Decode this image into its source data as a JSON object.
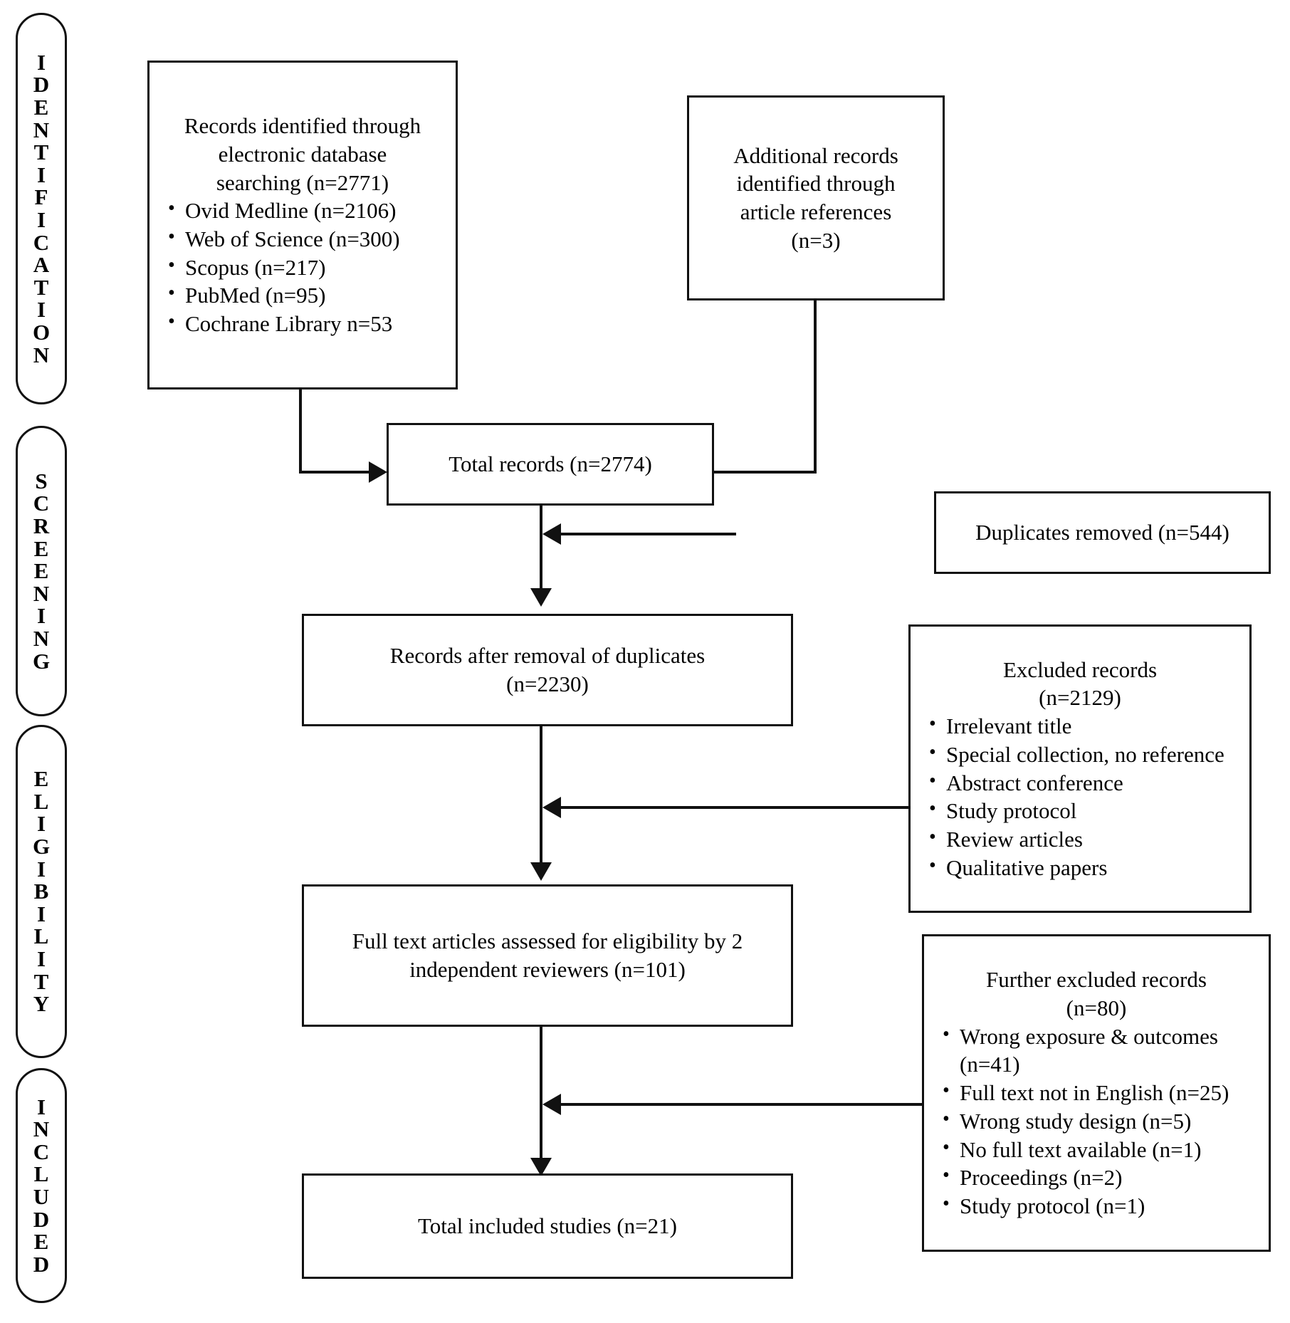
{
  "diagram": {
    "type": "prisma-flow-diagram",
    "stages": [
      {
        "id": "identification",
        "label": "IDENTIFICATION"
      },
      {
        "id": "screening",
        "label": "SCREENING"
      },
      {
        "id": "eligibility",
        "label": "ELIGIBILITY"
      },
      {
        "id": "included",
        "label": "INCLUDED"
      }
    ],
    "boxes": {
      "records_identified": {
        "title_lines": [
          "Records identified through",
          "electronic database",
          "searching (n=2771)"
        ],
        "bullets": [
          "Ovid Medline (n=2106)",
          "Web of Science (n=300)",
          "Scopus (n=217)",
          "PubMed (n=95)",
          "Cochrane Library n=53"
        ]
      },
      "additional_records": {
        "lines": [
          "Additional records",
          "identified through",
          "article references",
          "(n=3)"
        ]
      },
      "total_records": {
        "lines": [
          "Total records (n=2774)"
        ]
      },
      "duplicates_removed": {
        "lines": [
          "Duplicates removed (n=544)"
        ]
      },
      "records_after_duplicates": {
        "lines": [
          "Records after removal of duplicates",
          "(n=2230)"
        ]
      },
      "excluded_records": {
        "title_lines": [
          "Excluded records",
          "(n=2129)"
        ],
        "bullets": [
          "Irrelevant title",
          "Special collection, no reference",
          "Abstract conference",
          "Study protocol",
          "Review articles",
          "Qualitative papers"
        ]
      },
      "full_text_assessed": {
        "lines": [
          "Full text articles assessed for eligibility by 2",
          "independent reviewers (n=101)"
        ]
      },
      "further_excluded": {
        "title_lines": [
          "Further excluded records",
          "(n=80)"
        ],
        "bullets": [
          "Wrong exposure & outcomes (n=41)",
          "Full text not in English (n=25)",
          "Wrong study design (n=5)",
          "No full text available (n=1)",
          "Proceedings (n=2)",
          "Study protocol (n=1)"
        ]
      },
      "total_included": {
        "lines": [
          "Total included studies (n=21)"
        ]
      }
    },
    "colors": {
      "stroke": "#111111",
      "background": "#ffffff",
      "text": "#000000"
    }
  }
}
